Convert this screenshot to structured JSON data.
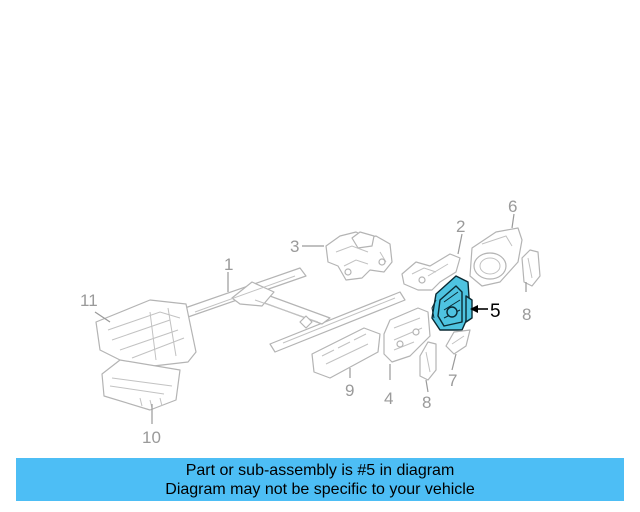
{
  "diagram": {
    "callouts": {
      "c1": "1",
      "c2": "2",
      "c3": "3",
      "c4": "4",
      "c5": "5",
      "c6": "6",
      "c7": "7",
      "c8a": "8",
      "c8b": "8",
      "c9": "9",
      "c10": "10",
      "c11": "11"
    },
    "highlight_color": "#4ec3e0"
  },
  "caption": {
    "line1": "Part or sub-assembly is #5 in diagram",
    "line2": "Diagram may not be specific to your vehicle",
    "background": "#4dbef5"
  }
}
